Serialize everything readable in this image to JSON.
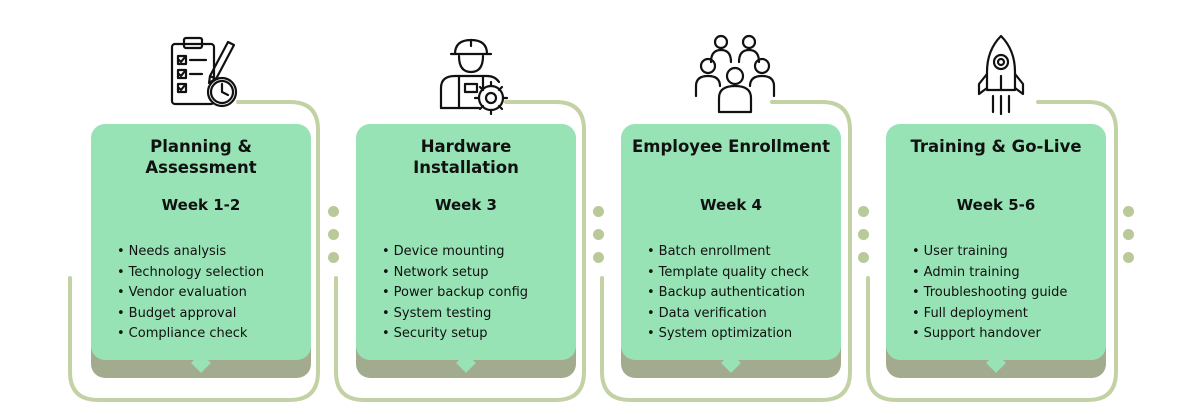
{
  "colors": {
    "card": "#97e3b5",
    "shadow": "#a3ab8f",
    "frame": "#c2d2a4",
    "dots": "#b9c99a"
  },
  "phases": [
    {
      "icon": "checklist-clock-icon",
      "title": "Planning & Assessment",
      "week": "Week 1-2",
      "items": [
        "Needs analysis",
        "Technology selection",
        "Vendor evaluation",
        "Budget approval",
        "Compliance check"
      ]
    },
    {
      "icon": "worker-gear-icon",
      "title": "Hardware Installation",
      "week": "Week 3",
      "items": [
        "Device mounting",
        "Network setup",
        "Power backup config",
        "System testing",
        "Security setup"
      ]
    },
    {
      "icon": "people-group-icon",
      "title": "Employee Enrollment",
      "week": "Week 4",
      "items": [
        "Batch enrollment",
        "Template quality check",
        "Backup authentication",
        "Data verification",
        "System optimization"
      ]
    },
    {
      "icon": "rocket-icon",
      "title": "Training & Go-Live",
      "week": "Week 5-6",
      "items": [
        "User training",
        "Admin training",
        "Troubleshooting guide",
        "Full deployment",
        "Support handover"
      ]
    }
  ]
}
